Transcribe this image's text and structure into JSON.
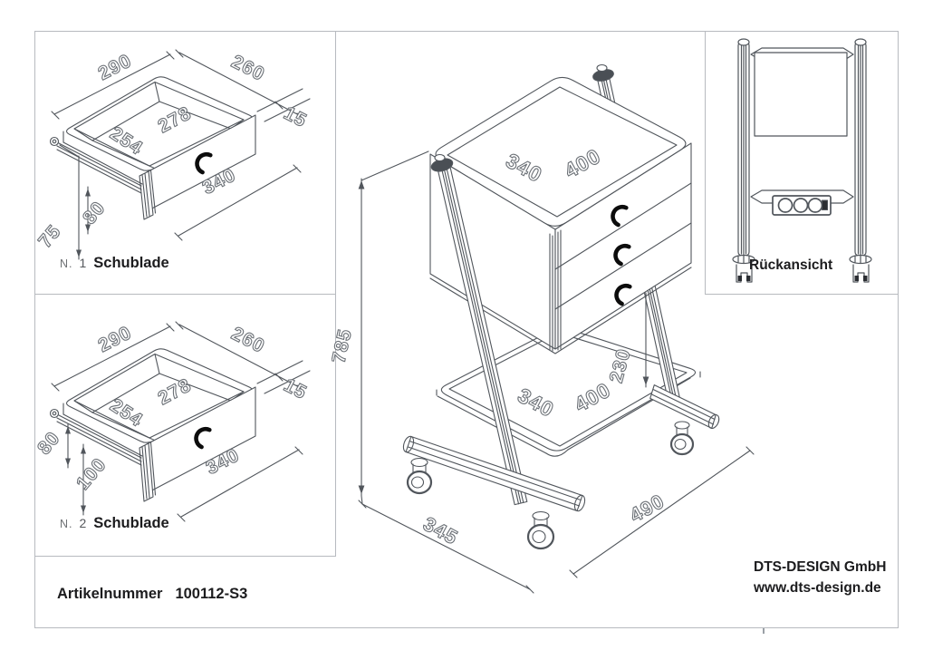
{
  "drawer1": {
    "prefix": "N.",
    "index": "1",
    "title": "Schublade",
    "dims": {
      "back_width": "290",
      "top_width": "260",
      "lip": "15",
      "inner_width": "254",
      "inner_depth": "278",
      "front_width": "340",
      "front_height": "80",
      "side_height": "75"
    }
  },
  "drawer2": {
    "prefix": "N.",
    "index": "2",
    "title": "Schublade",
    "dims": {
      "back_width": "290",
      "top_width": "260",
      "lip": "15",
      "inner_width": "254",
      "inner_depth": "278",
      "front_width": "340",
      "side_height": "80",
      "front_height": "100"
    }
  },
  "cart": {
    "dims": {
      "top_width": "340",
      "top_depth": "400",
      "total_height": "785",
      "shelf_width": "340",
      "shelf_depth": "400",
      "shelf_clearance": "230",
      "base_width": "345",
      "base_depth": "490"
    }
  },
  "rear_view": {
    "caption": "Rückansicht"
  },
  "footer": {
    "article_label": "Artikelnummer",
    "article_number": "100112-S3"
  },
  "company": {
    "name": "DTS-DESIGN GmbH",
    "website": "www.dts-design.de"
  },
  "style": {
    "line_color": "#51565c",
    "frame_color": "#b7babf",
    "handle_color": "#0c0c0c"
  }
}
